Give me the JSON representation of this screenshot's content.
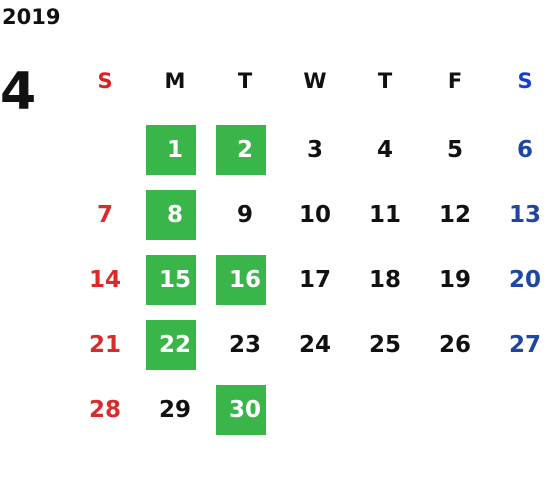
{
  "year": "2019",
  "month": "4",
  "weekdays": [
    "S",
    "M",
    "T",
    "W",
    "T",
    "F",
    "S"
  ],
  "weeks": [
    [
      "",
      "1",
      "2",
      "3",
      "4",
      "5",
      "6"
    ],
    [
      "7",
      "8",
      "9",
      "10",
      "11",
      "12",
      "13"
    ],
    [
      "14",
      "15",
      "16",
      "17",
      "18",
      "19",
      "20"
    ],
    [
      "21",
      "22",
      "23",
      "24",
      "25",
      "26",
      "27"
    ],
    [
      "28",
      "29",
      "30",
      "",
      "",
      "",
      ""
    ]
  ],
  "highlighted_days": [
    "1",
    "2",
    "8",
    "15",
    "16",
    "22",
    "30"
  ],
  "colors": {
    "highlight": "#3ab54a",
    "sunday": "#d92b2b",
    "saturday": "#1f46a0",
    "text": "#111111"
  }
}
